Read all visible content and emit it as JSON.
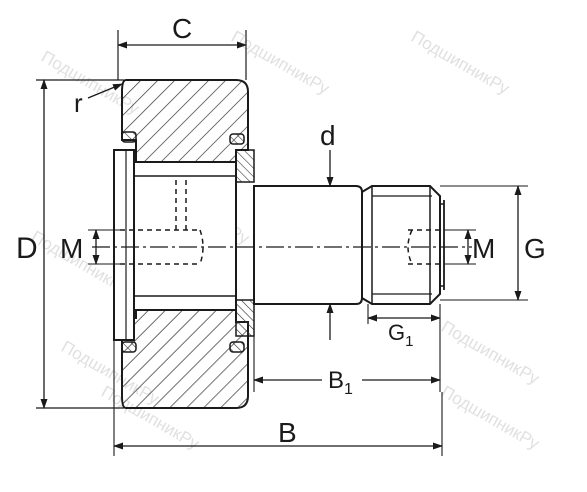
{
  "labels": {
    "c": "C",
    "r": "r",
    "d_small": "d",
    "d_big": "D",
    "m_left": "M",
    "m_right": "M",
    "g": "G",
    "g1_main": "G",
    "g1_sub": "1",
    "b1_main": "B",
    "b1_sub": "1",
    "b": "B"
  },
  "watermark": "ПодшипникРу",
  "colors": {
    "line": "#1a1a1a",
    "hatch": "#333333",
    "watermark": "#c8c8c8"
  }
}
